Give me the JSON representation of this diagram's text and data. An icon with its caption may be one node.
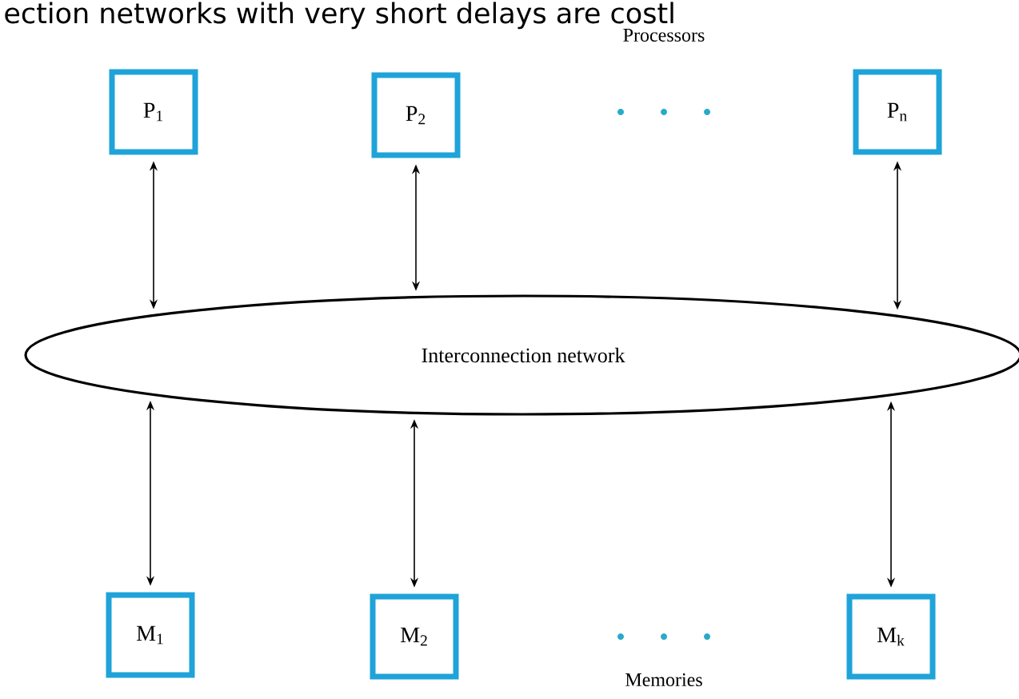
{
  "diagram": {
    "nodes": [
      {
        "text": [
          "P$_{1}$"
        ]
      },
      {
        "text": [
          "P$_{2}$"
        ]
      },
      {
        "text": [
          "P$_{n}$"
        ]
      },
      {
        "text": [
          "Interconnection network"
        ]
      },
      {
        "text": [
          "M$_{1}$"
        ]
      },
      {
        "text": [
          "M$_{2}$"
        ]
      },
      {
        "text": [
          "M$_{k}$"
        ]
      }
    ],
    "edges": [
      {
        "from": 0,
        "to": 3,
        "arrow": "both"
      },
      {
        "from": 1,
        "to": 3,
        "arrow": "both"
      },
      {
        "from": 2,
        "to": 3,
        "arrow": "both"
      },
      {
        "from": 3,
        "to": 4,
        "arrow": "both"
      },
      {
        "from": 3,
        "to": 5,
        "arrow": "both"
      },
      {
        "from": 3,
        "to": 6,
        "arrow": "both"
      }
    ],
    "labels": [
      "ection networks with very short delays are costl",
      "Processors",
      "Memories"
    ]
  }
}
